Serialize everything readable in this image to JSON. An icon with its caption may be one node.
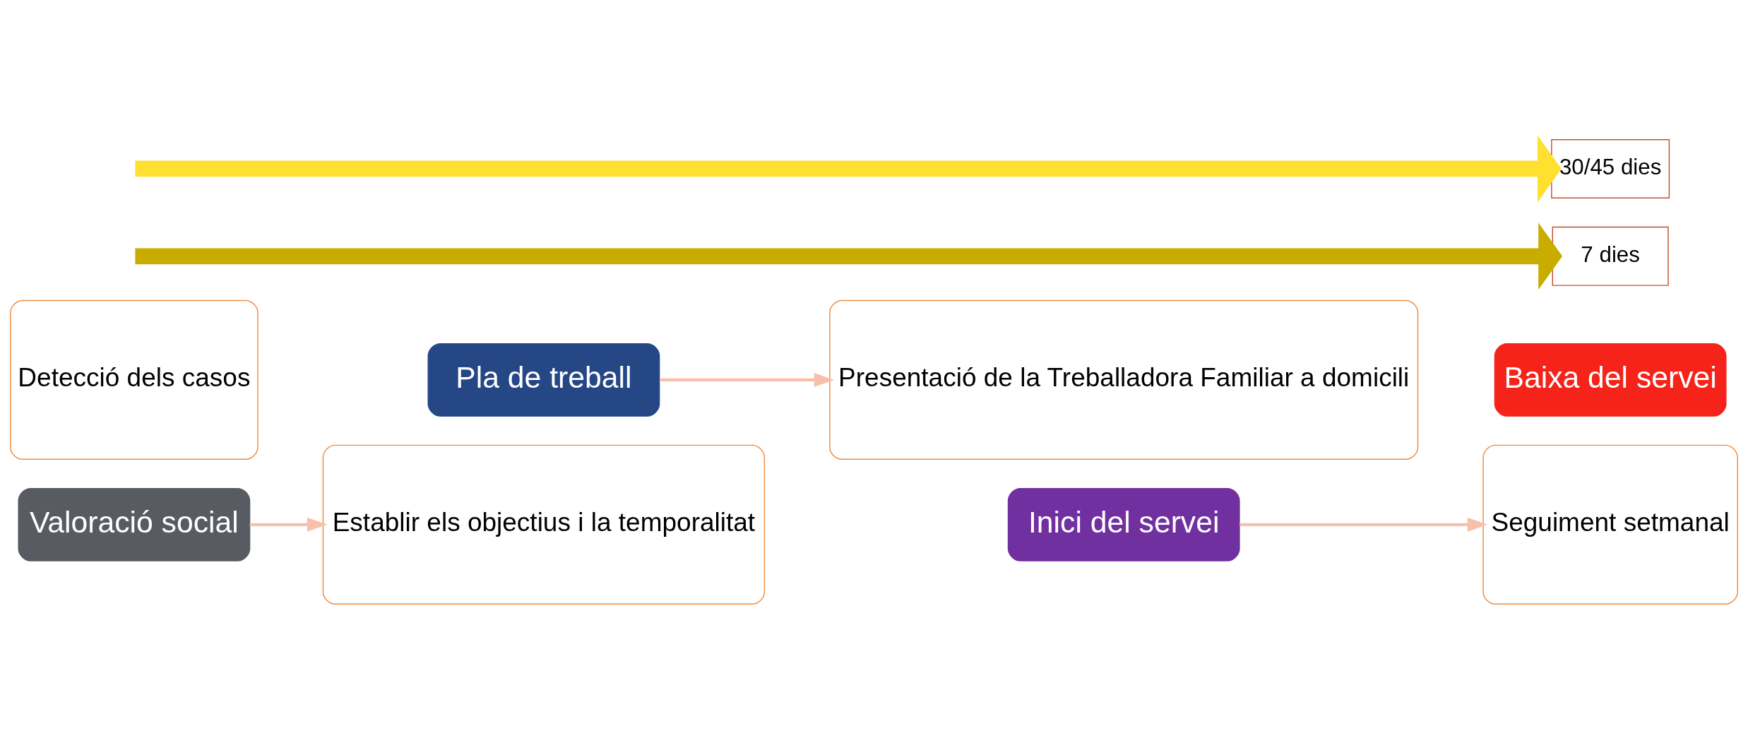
{
  "diagram": {
    "nodes": [
      {
        "text": [
          "Detecció dels casos"
        ]
      },
      {
        "text": [
          "Valoració social"
        ]
      },
      {
        "text": [
          "Pla de treball"
        ]
      },
      {
        "text": [
          "Establir els objectius i la temporalitat"
        ]
      },
      {
        "text": [
          "Presentació de la Treballadora Familiar a domicili"
        ]
      },
      {
        "text": [
          "Inici del servei"
        ]
      },
      {
        "text": [
          "Baixa del servei"
        ]
      },
      {
        "text": [
          "Seguiment setmanal"
        ]
      },
      {
        "text": [
          "7 dies"
        ]
      },
      {
        "text": [
          "30/45 dies"
        ]
      }
    ],
    "edges": [
      {
        "from": 1,
        "to": 3,
        "arrow": "to"
      },
      {
        "from": 2,
        "to": 4,
        "arrow": "to"
      },
      {
        "from": 5,
        "to": 7,
        "arrow": "to"
      },
      {
        "from": null,
        "to": 8,
        "arrow": "to",
        "style": "thick",
        "color": "#c8ad00"
      },
      {
        "from": null,
        "to": 9,
        "arrow": "to",
        "style": "thick",
        "color": "#ffe030"
      }
    ]
  }
}
